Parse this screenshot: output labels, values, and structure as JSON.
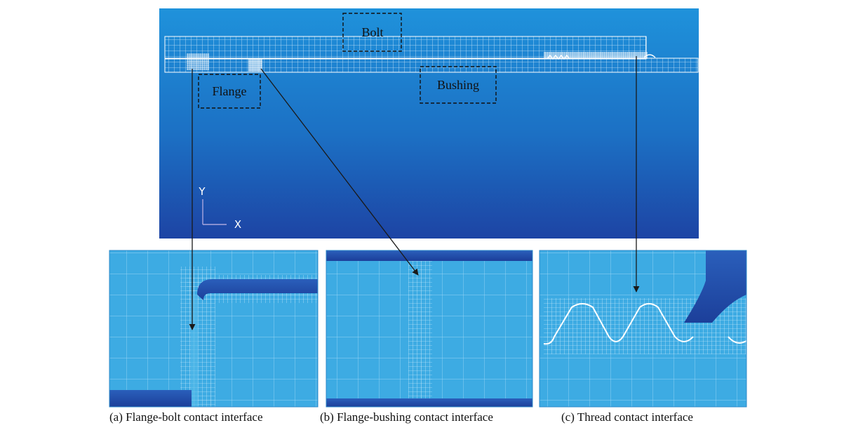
{
  "labels": {
    "bolt": "Bolt",
    "flange": "Flange",
    "bushing": "Bushing",
    "axis_y": "Y",
    "axis_x": "X"
  },
  "captions": [
    "(a)  Flange-bolt contact interface",
    "(b)  Flange-bushing contact interface",
    "(c)  Thread contact interface"
  ],
  "colors": {
    "background_top": "#1e8fd8",
    "background_bottom": "#1d45a6",
    "panel_fill": "#3eaee6",
    "mesh_line": "#cfeeff",
    "part_dark": "#1f4aa8",
    "arrow": "#1a1a1a"
  }
}
